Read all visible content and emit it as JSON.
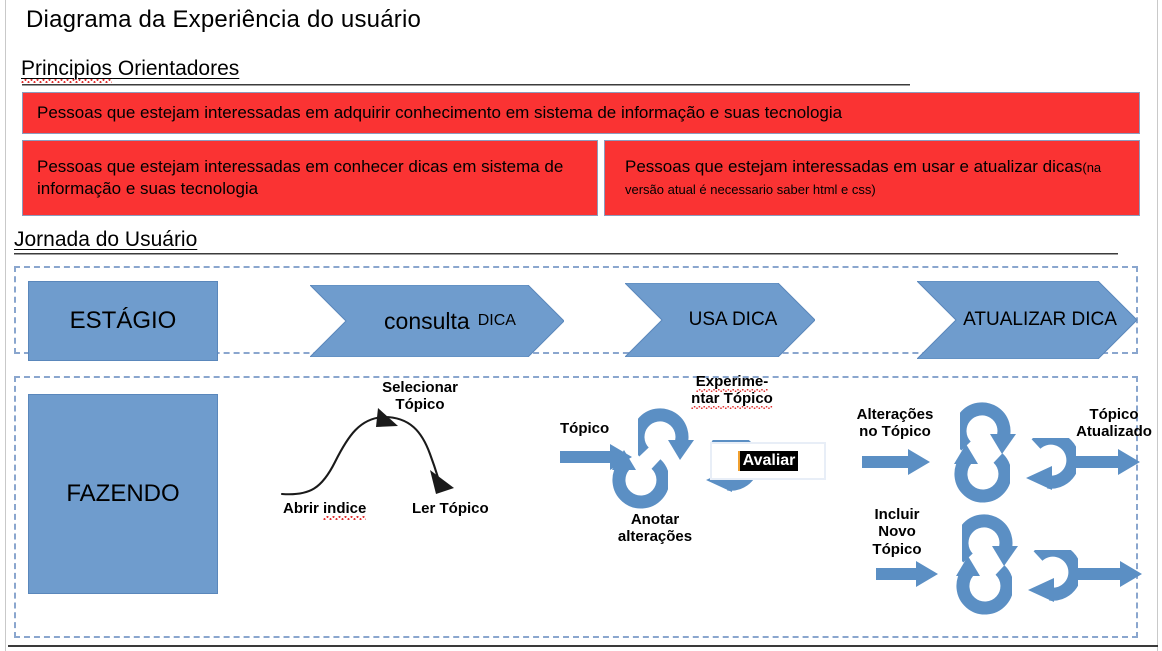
{
  "document": {
    "title": "Diagrama da Experiência do usuário"
  },
  "sections": {
    "principles": {
      "heading": "Principios Orientadores",
      "heading_main": "Principios",
      "heading_rest": " Orientadores",
      "items": [
        {
          "id": "top",
          "text": "Pessoas que estejam interessadas em adquirir conhecimento em sistema de informação e suas tecnologia"
        },
        {
          "id": "left",
          "text": "Pessoas que estejam interessadas em conhecer dicas em sistema de informação e suas tecnologia"
        },
        {
          "id": "right",
          "main": "Pessoas que estejam interessadas em usar e atualizar dicas",
          "note": "(na versão atual é necessario saber html e css)"
        }
      ]
    },
    "journey": {
      "heading": "Jornada do Usuário",
      "stage_box_label": "ESTÁGIO",
      "doing_box_label": "FAZENDO",
      "stages": [
        {
          "id": "consulta",
          "label_main": "consulta",
          "label_small": "DICA"
        },
        {
          "id": "usa",
          "label_main": "USA  DICA",
          "label_small": ""
        },
        {
          "id": "atualizar",
          "label_main": "ATUALIZAR DICA",
          "label_small": ""
        }
      ]
    }
  },
  "doing": {
    "group_browse": {
      "label_top_line1": "Selecionar",
      "label_top_line2": "Tópico",
      "label_start": "Abrir indice",
      "label_start_word1": "Abrir ",
      "label_start_word2": "indice",
      "label_end": "Ler Tópico"
    },
    "group_use": {
      "label_in": "Tópico",
      "label_top_line1": "Experime-",
      "label_top_line2": "ntar Tópico",
      "label_bottom_line1": "Anotar",
      "label_bottom_line2": "alterações",
      "evaluate": "Avaliar"
    },
    "group_update": {
      "label_in_line1": "Alterações",
      "label_in_line2": "no Tópico",
      "label_out_line1": "Tópico",
      "label_out_line2": "Atualizado"
    },
    "group_new": {
      "label_in_line1": "Incluir",
      "label_in_line2": "Novo",
      "label_in_line3": "Tópico"
    }
  },
  "colors": {
    "red_fill": "#fa3333",
    "red_border": "#8d9bbd",
    "blue_fill": "#6f9ccd",
    "blue_border": "#5a87bb",
    "panel_dash": "#8aa6ce",
    "arrow_blue": "#5b8fc4",
    "text": "#000000",
    "spellcheck": "#e03030"
  }
}
